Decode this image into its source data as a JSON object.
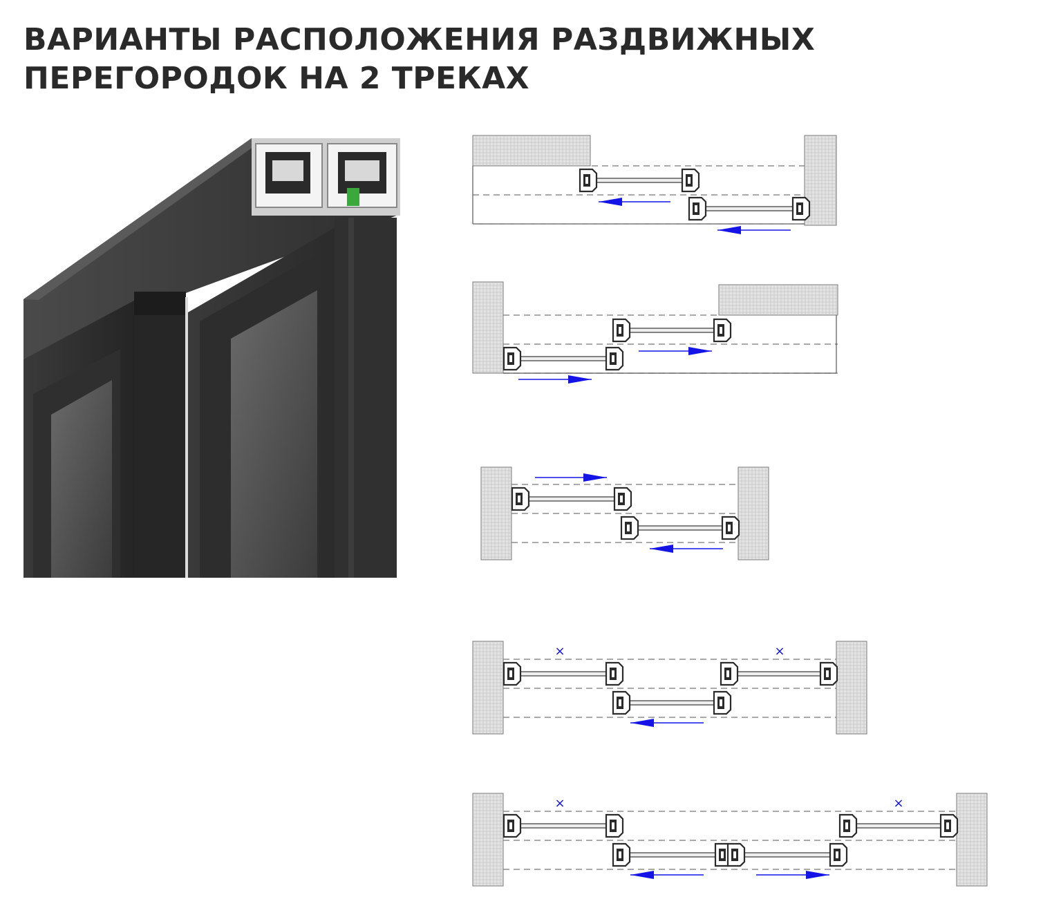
{
  "title": {
    "line1": "ВАРИАНТЫ РАСПОЛОЖЕНИЯ РАЗДВИЖНЫХ",
    "line2": "ПЕРЕГОРОДОК НА 2 ТРЕКАХ"
  },
  "photo": {
    "icon": "aluminium-two-track-profile-render"
  },
  "colors": {
    "text": "#2a2a2a",
    "wall_fill": "#e3e3e3",
    "wall_grid": "#b8b8b8",
    "arrow": "#1414e6",
    "track_line": "#777777",
    "profile_dark": "#2b2b2b"
  },
  "diagrams": [
    {
      "name": "variant-1",
      "marks": []
    },
    {
      "name": "variant-2",
      "marks": []
    },
    {
      "name": "variant-3",
      "marks": []
    },
    {
      "name": "variant-4",
      "marks": [
        "×",
        "×"
      ]
    },
    {
      "name": "variant-5",
      "marks": [
        "×",
        "×"
      ]
    }
  ]
}
